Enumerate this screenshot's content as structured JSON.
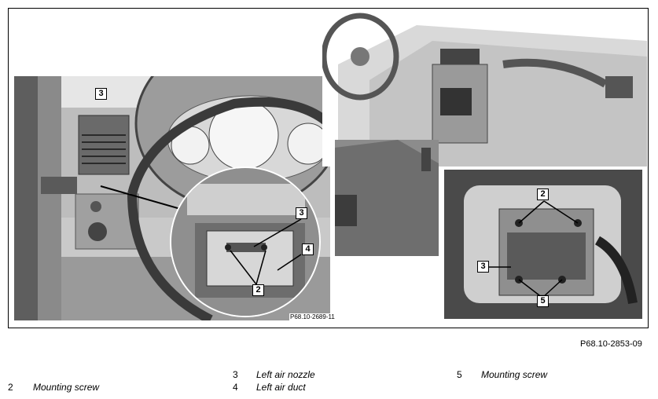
{
  "figure": {
    "reference_code": "P68.10-2853-09",
    "inset_code": "P68.10-2689-11",
    "callouts": {
      "left_photo": [
        "3"
      ],
      "magnifier": [
        "3",
        "4",
        "2"
      ],
      "right_inset": [
        "2",
        "3",
        "5"
      ]
    }
  },
  "legend": [
    {
      "number": "2",
      "label": "Mounting screw"
    },
    {
      "number": "3",
      "label": "Left air nozzle"
    },
    {
      "number": "4",
      "label": "Left air duct"
    },
    {
      "number": "5",
      "label": "Mounting screw"
    }
  ]
}
